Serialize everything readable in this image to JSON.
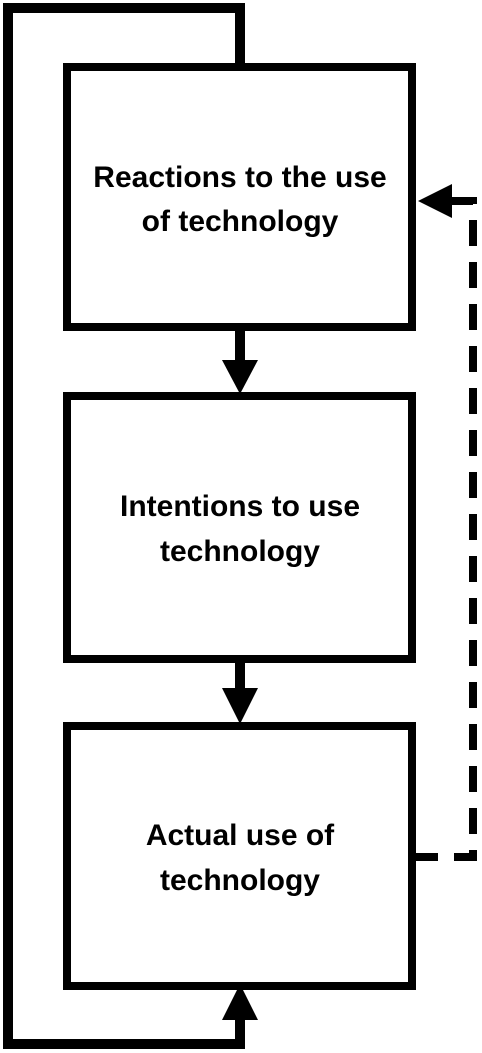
{
  "boxes": [
    {
      "id": "reactions",
      "lines": [
        "Reactions to the use",
        "of technology"
      ]
    },
    {
      "id": "intentions",
      "lines": [
        "Intentions to use",
        "technology"
      ]
    },
    {
      "id": "actual-use",
      "lines": [
        "Actual use of",
        "technology"
      ]
    }
  ],
  "colors": {
    "stroke": "#000000",
    "fill": "#ffffff",
    "text": "#000000"
  }
}
